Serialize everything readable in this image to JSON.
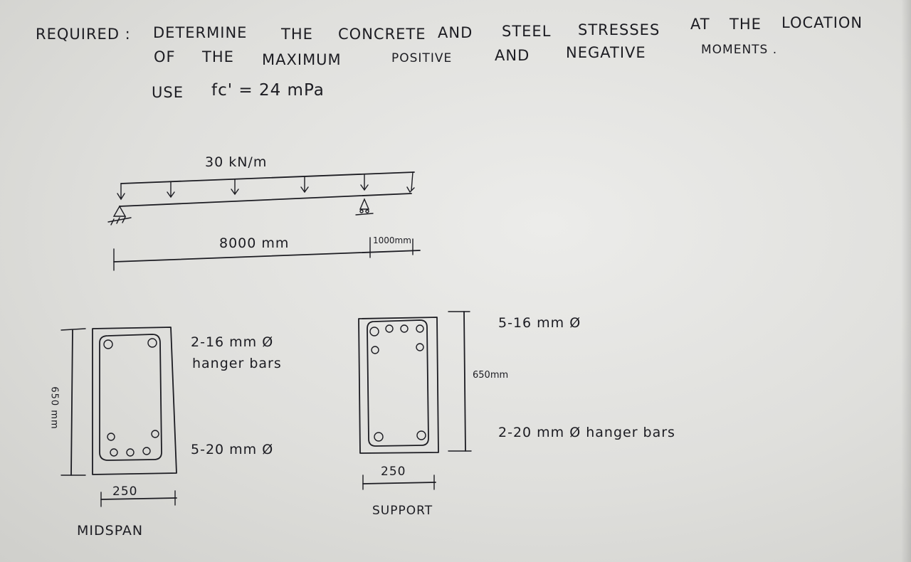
{
  "header": {
    "required_label": "REQUIRED :",
    "line1_words": [
      "DETERMINE",
      "THE",
      "CONCRETE",
      "AND",
      "STEEL",
      "STRESSES",
      "AT",
      "THE",
      "LOCATION"
    ],
    "line2_words": [
      "OF",
      "THE",
      "MAXIMUM",
      "POSITIVE",
      "AND",
      "NEGATIVE",
      "MOMENTS ."
    ],
    "use_label": "USE",
    "fc_value": "fc' = 24 mPa"
  },
  "beam": {
    "load": "30 kN/m",
    "span_main": "8000 mm",
    "span_overhang": "1000mm"
  },
  "midspan": {
    "height": "650 mm",
    "width": "250",
    "top_bars": "2-16 mm Ø",
    "top_bars_note": "hanger bars",
    "bottom_bars": "5-20 mm Ø",
    "caption": "MIDSPAN"
  },
  "support": {
    "top_bars": "5-16 mm Ø",
    "height": "650mm",
    "bottom_bars": "2-20 mm Ø hanger bars",
    "width": "250",
    "caption": "SUPPORT"
  }
}
